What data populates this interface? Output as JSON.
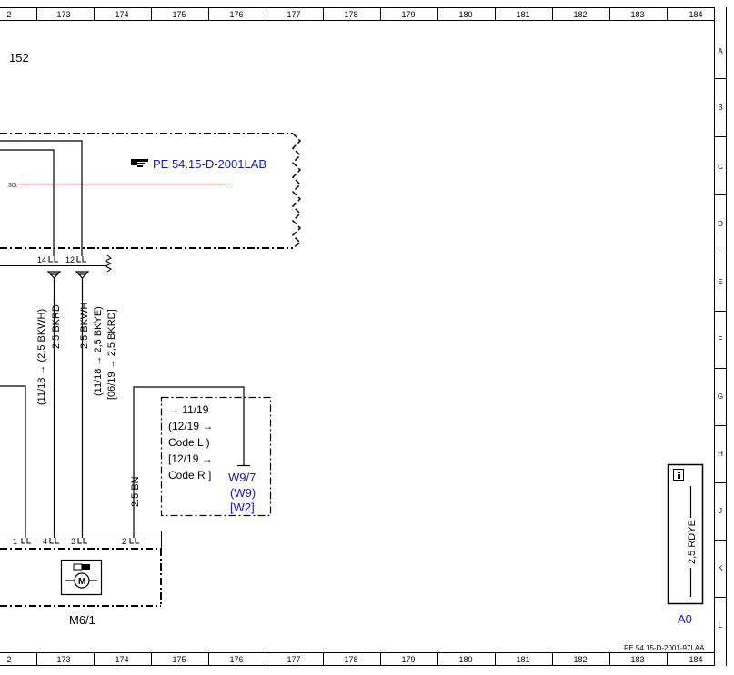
{
  "frame": {
    "columns": [
      "2",
      "173",
      "174",
      "175",
      "176",
      "177",
      "178",
      "179",
      "180",
      "181",
      "182",
      "183",
      "184"
    ],
    "rows": [
      "A",
      "B",
      "C",
      "D",
      "E",
      "F",
      "G",
      "H",
      "J",
      "K",
      "L"
    ]
  },
  "page_ref": "152",
  "ref_link": "PE 54.15-D-2001LAB",
  "signal_30t": "30t",
  "pins": {
    "p14": "14",
    "p12": "12",
    "m1": "1",
    "m4": "4",
    "m3": "3",
    "m2": "2"
  },
  "wires": {
    "w1_line1": "(11/18  →  (2,5 BKWH)",
    "w1_line2": "2,5 BKRD",
    "w2_line1": "(11/18  →  2,5 BKYE)",
    "w2_line2": "[06/19  →  2,5 BKRD]",
    "w2_main": "2,5 BKWH",
    "w3": "2.5 BN"
  },
  "conditions": {
    "line1": "→  11/19",
    "line2": "(12/19  →",
    "line3": "Code L  )",
    "line4": "[12/19  →",
    "line5": "Code R  ]"
  },
  "ground": {
    "main": "W9/7",
    "alt1": "(W9)",
    "alt2": "[W2]"
  },
  "component": "M6/1",
  "legend": {
    "wire": "2,5 RDYE",
    "label": "A0"
  },
  "doc_id": "PE 54.15-D-2001-97LAA",
  "colors": {
    "line": "#000000",
    "link": "#1414c8",
    "signal": "#e00000"
  },
  "icons": {
    "reference": "pointing-hand-icon",
    "motor": "motor-icon",
    "info": "info-icon"
  }
}
